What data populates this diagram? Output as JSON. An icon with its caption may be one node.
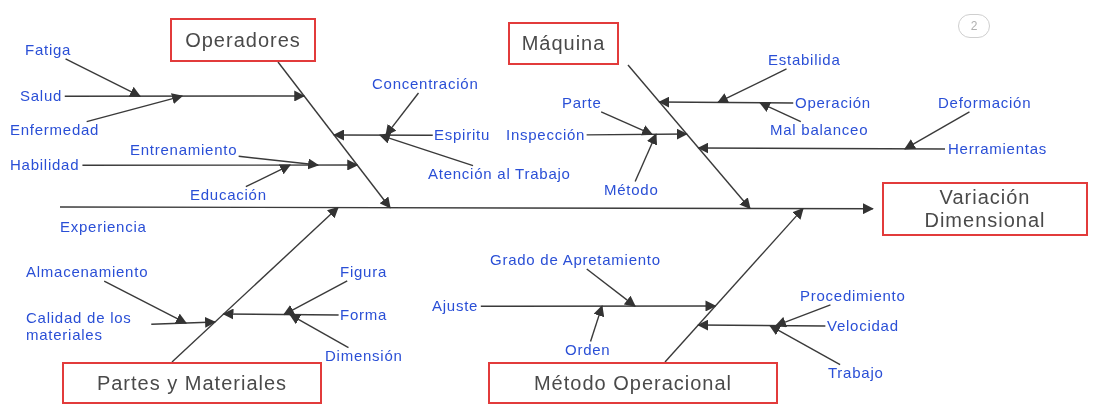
{
  "diagram": {
    "nodes": [
      {
        "text": [
          "Operadores"
        ]
      },
      {
        "text": [
          "Máquina"
        ]
      },
      {
        "text": [
          "Fatiga"
        ]
      },
      {
        "text": [
          "Salud"
        ]
      },
      {
        "text": [
          "Enfermedad"
        ]
      },
      {
        "text": [
          "Concentración"
        ]
      },
      {
        "text": [
          "Parte"
        ]
      },
      {
        "text": [
          "Estabilida"
        ]
      },
      {
        "text": [
          "Operación"
        ]
      },
      {
        "text": [
          "Deformación"
        ]
      },
      {
        "text": [
          "Espiritu"
        ]
      },
      {
        "text": [
          "Inspección"
        ]
      },
      {
        "text": [
          "Mal balanceo"
        ]
      },
      {
        "text": [
          "Herramientas"
        ]
      },
      {
        "text": [
          "Entrenamiento"
        ]
      },
      {
        "text": [
          "Habilidad"
        ]
      },
      {
        "text": [
          "Atención al Trabajo"
        ]
      },
      {
        "text": [
          "Método"
        ]
      },
      {
        "text": [
          "Educación"
        ]
      },
      {
        "text": [
          "Variación Dimensional"
        ]
      },
      {
        "text": [
          "Almacenamiento"
        ]
      },
      {
        "text": [
          "Figura"
        ]
      },
      {
        "text": [
          "Grado de Apretamiento"
        ]
      },
      {
        "text": [
          "Ajuste"
        ]
      },
      {
        "text": [
          "Forma"
        ]
      },
      {
        "text": [
          "Calidad de los materiales"
        ]
      },
      {
        "text": [
          "Procedimiento"
        ]
      },
      {
        "text": [
          "Velocidad"
        ]
      },
      {
        "text": [
          "Dimensión"
        ]
      },
      {
        "text": [
          "Orden"
        ]
      },
      {
        "text": [
          "Partes y Materiales"
        ]
      },
      {
        "text": [
          "Método Operacional"
        ]
      },
      {
        "text": [
          "Trabajo"
        ]
      }
    ],
    "edges": [
      {
        "from": null,
        "to": 19,
        "arrow": "to"
      },
      {
        "from": 0,
        "to": null,
        "arrow": "to"
      },
      {
        "from": 1,
        "to": null,
        "arrow": "to"
      },
      {
        "from": 30,
        "to": null,
        "arrow": "to"
      },
      {
        "from": 31,
        "to": null,
        "arrow": "to"
      },
      {
        "from": 3,
        "to": null,
        "arrow": "to"
      },
      {
        "from": 2,
        "to": null,
        "arrow": "to"
      },
      {
        "from": 4,
        "to": null,
        "arrow": "to"
      },
      {
        "from": 15,
        "to": null,
        "arrow": "to"
      },
      {
        "from": 14,
        "to": null,
        "arrow": "to"
      },
      {
        "from": 18,
        "to": null,
        "arrow": "to"
      },
      {
        "from": 10,
        "to": null,
        "arrow": "to"
      },
      {
        "from": 5,
        "to": null,
        "arrow": "to"
      },
      {
        "from": 16,
        "to": null,
        "arrow": "to"
      },
      {
        "from": 8,
        "to": null,
        "arrow": "to"
      },
      {
        "from": 7,
        "to": null,
        "arrow": "to"
      },
      {
        "from": 12,
        "to": null,
        "arrow": "to"
      },
      {
        "from": 11,
        "to": null,
        "arrow": "to"
      },
      {
        "from": 6,
        "to": null,
        "arrow": "to"
      },
      {
        "from": 17,
        "to": null,
        "arrow": "to"
      },
      {
        "from": 13,
        "to": null,
        "arrow": "to"
      },
      {
        "from": 9,
        "to": null,
        "arrow": "to"
      },
      {
        "from": 25,
        "to": null,
        "arrow": "to"
      },
      {
        "from": 20,
        "to": null,
        "arrow": "to"
      },
      {
        "from": 24,
        "to": null,
        "arrow": "to"
      },
      {
        "from": 21,
        "to": null,
        "arrow": "to"
      },
      {
        "from": 28,
        "to": null,
        "arrow": "to"
      },
      {
        "from": 23,
        "to": null,
        "arrow": "to"
      },
      {
        "from": 22,
        "to": null,
        "arrow": "to"
      },
      {
        "from": 29,
        "to": null,
        "arrow": "to"
      },
      {
        "from": 27,
        "to": null,
        "arrow": "to"
      },
      {
        "from": 26,
        "to": null,
        "arrow": "to"
      },
      {
        "from": 32,
        "to": null,
        "arrow": "to"
      }
    ],
    "labels": [
      "2",
      "Experiencia"
    ]
  }
}
